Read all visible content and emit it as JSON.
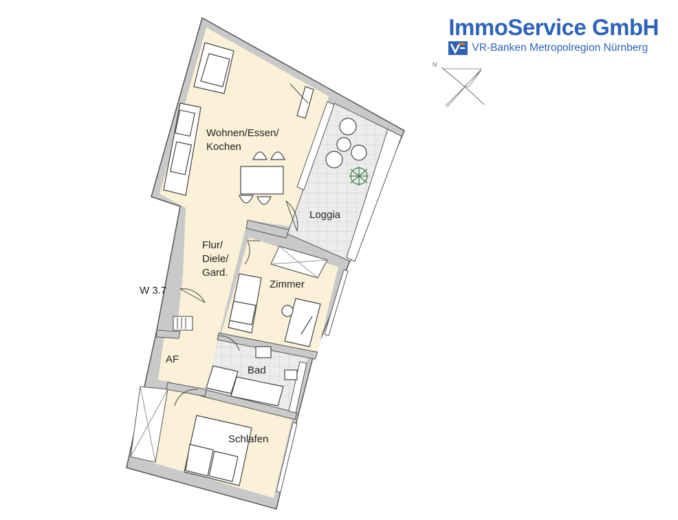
{
  "brand": {
    "name": "ImmoService GmbH",
    "subtitle": "VR-Banken Metropolregion Nürnberg",
    "color": "#2e63b8",
    "logo_accent": "#f07d00"
  },
  "compass": {
    "north_label": "N"
  },
  "unit_label": "W 3.7",
  "rooms": {
    "living": [
      "Wohnen/Essen/",
      "Kochen"
    ],
    "loggia": "Loggia",
    "hall": [
      "Flur/",
      "Diele/",
      "Gard."
    ],
    "room": "Zimmer",
    "storage": "AF",
    "bath": "Bad",
    "bedroom": "Schlafen"
  },
  "colors": {
    "floor": "#faf1d8",
    "wall": "#c9c9c9",
    "wall_outline": "#555555",
    "tile": "#e2e2e2"
  }
}
